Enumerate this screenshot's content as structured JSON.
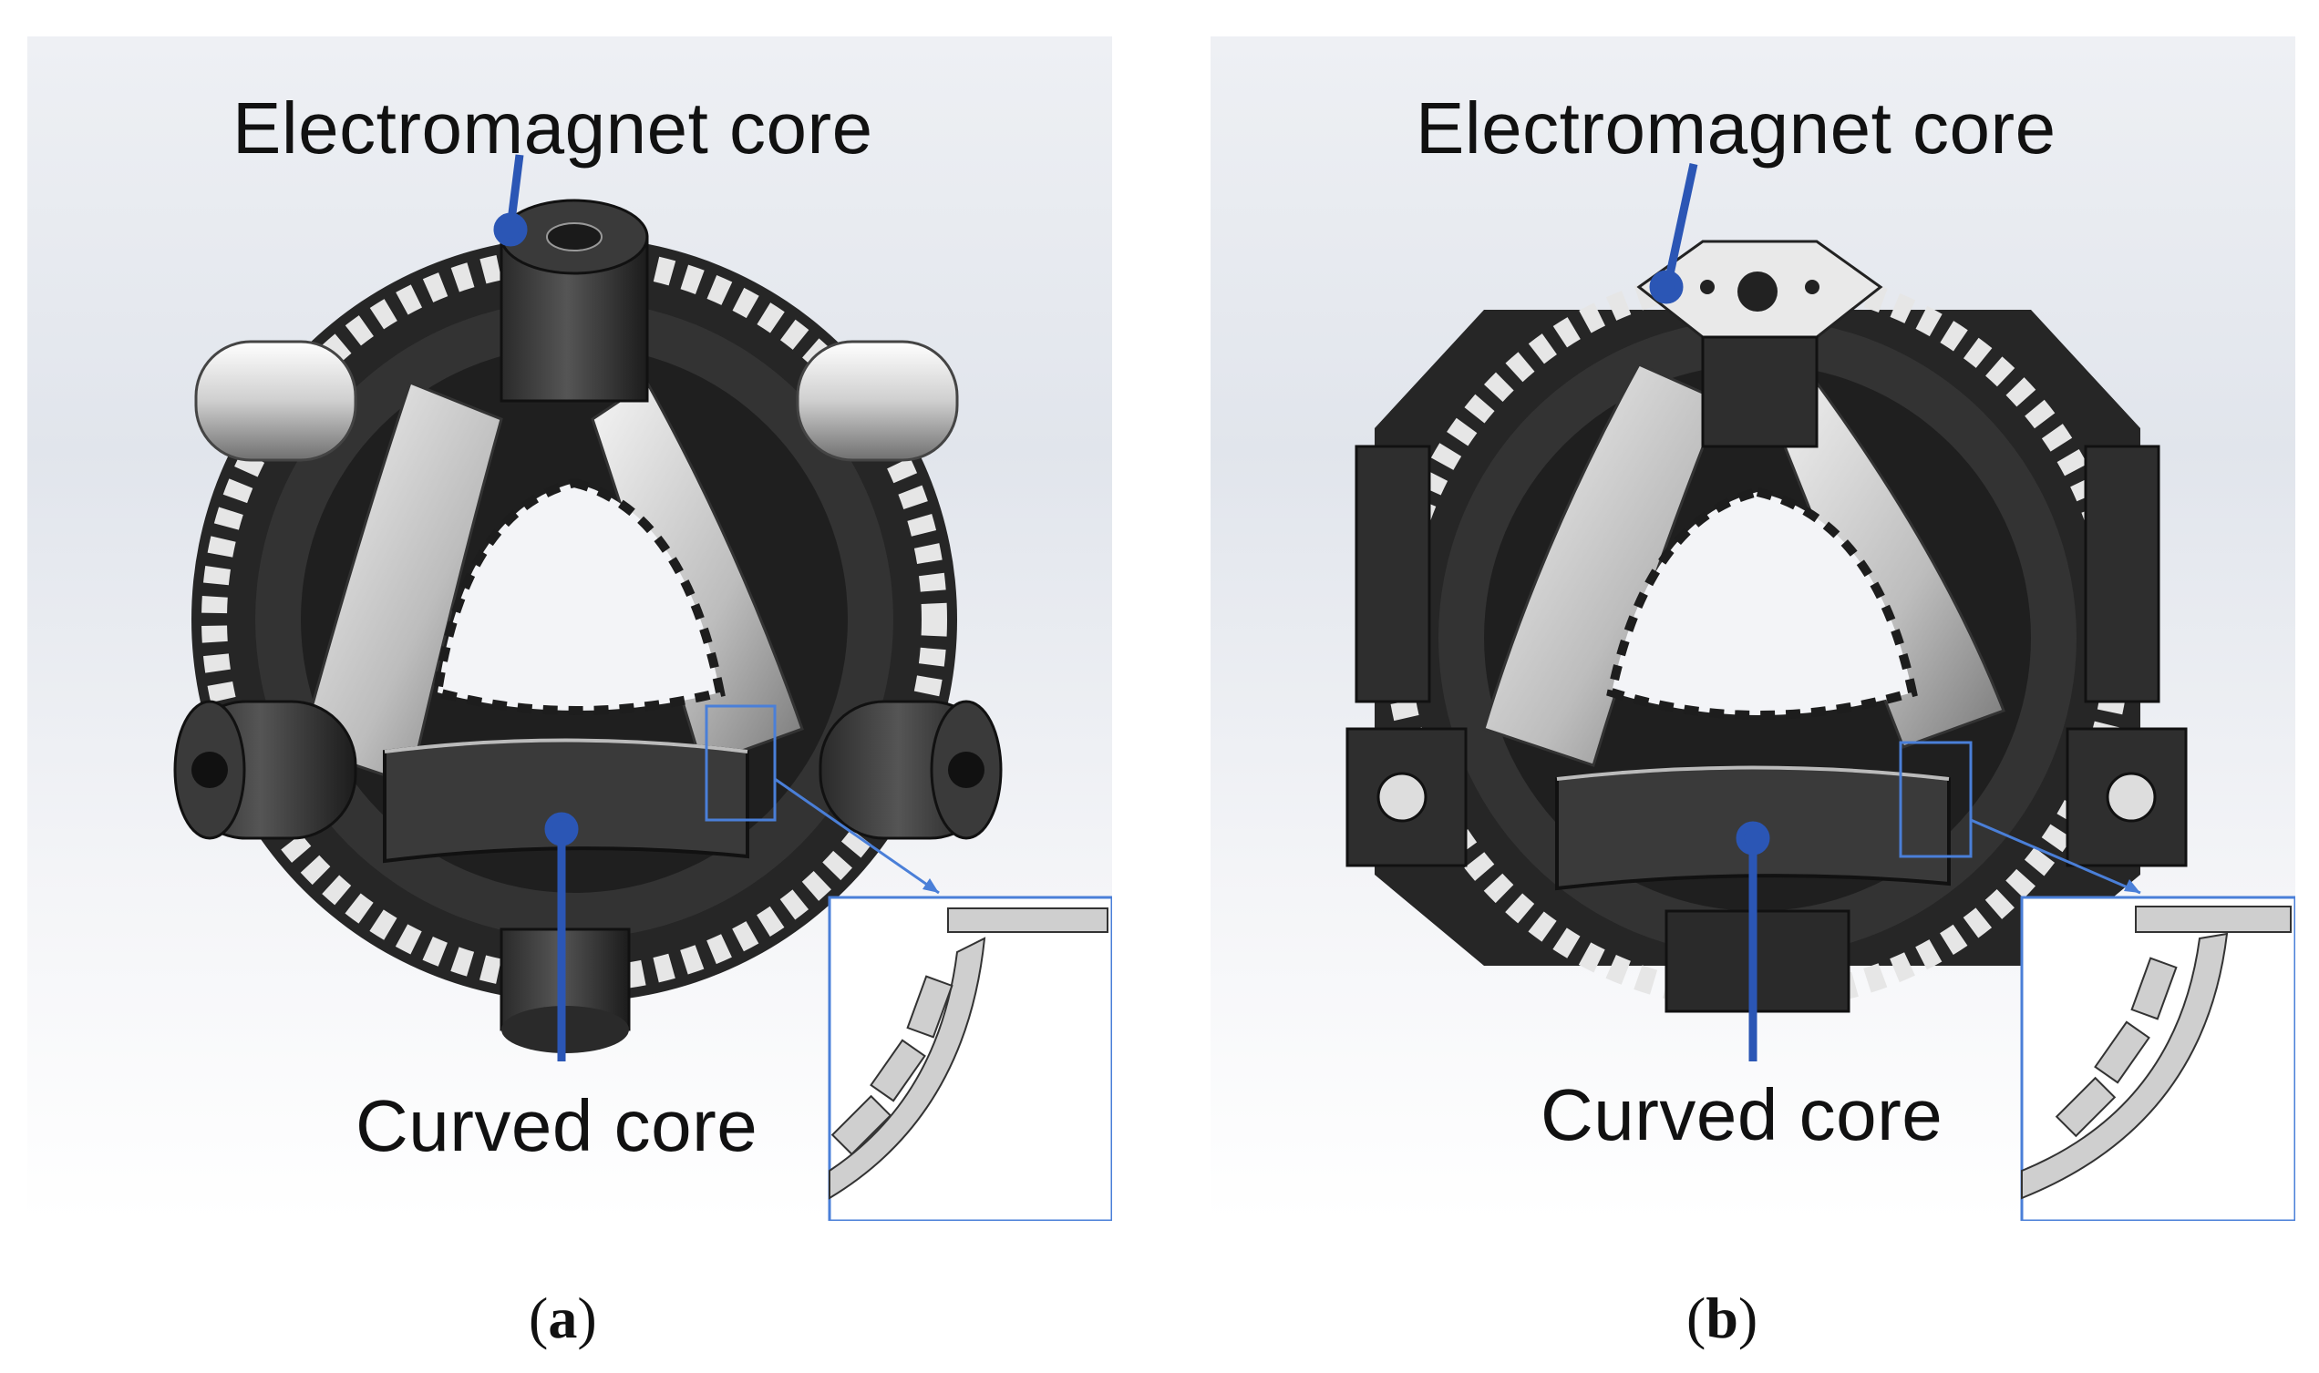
{
  "panels": [
    {
      "id": "a",
      "top_label": "Electromagnet core",
      "bottom_label": "Curved core",
      "caption_letter": "a",
      "core_style": "cylindrical"
    },
    {
      "id": "b",
      "top_label": "Electromagnet core",
      "bottom_label": "Curved core",
      "caption_letter": "b",
      "core_style": "cubic"
    }
  ],
  "colors": {
    "callout": "#2b56b5",
    "inset_border": "#4a7fd8",
    "metal_dark": "#2b2b2b",
    "metal_light": "#d9d9d9",
    "background_gradient_top": "#dde2ea",
    "background_gradient_bottom": "#ffffff"
  }
}
